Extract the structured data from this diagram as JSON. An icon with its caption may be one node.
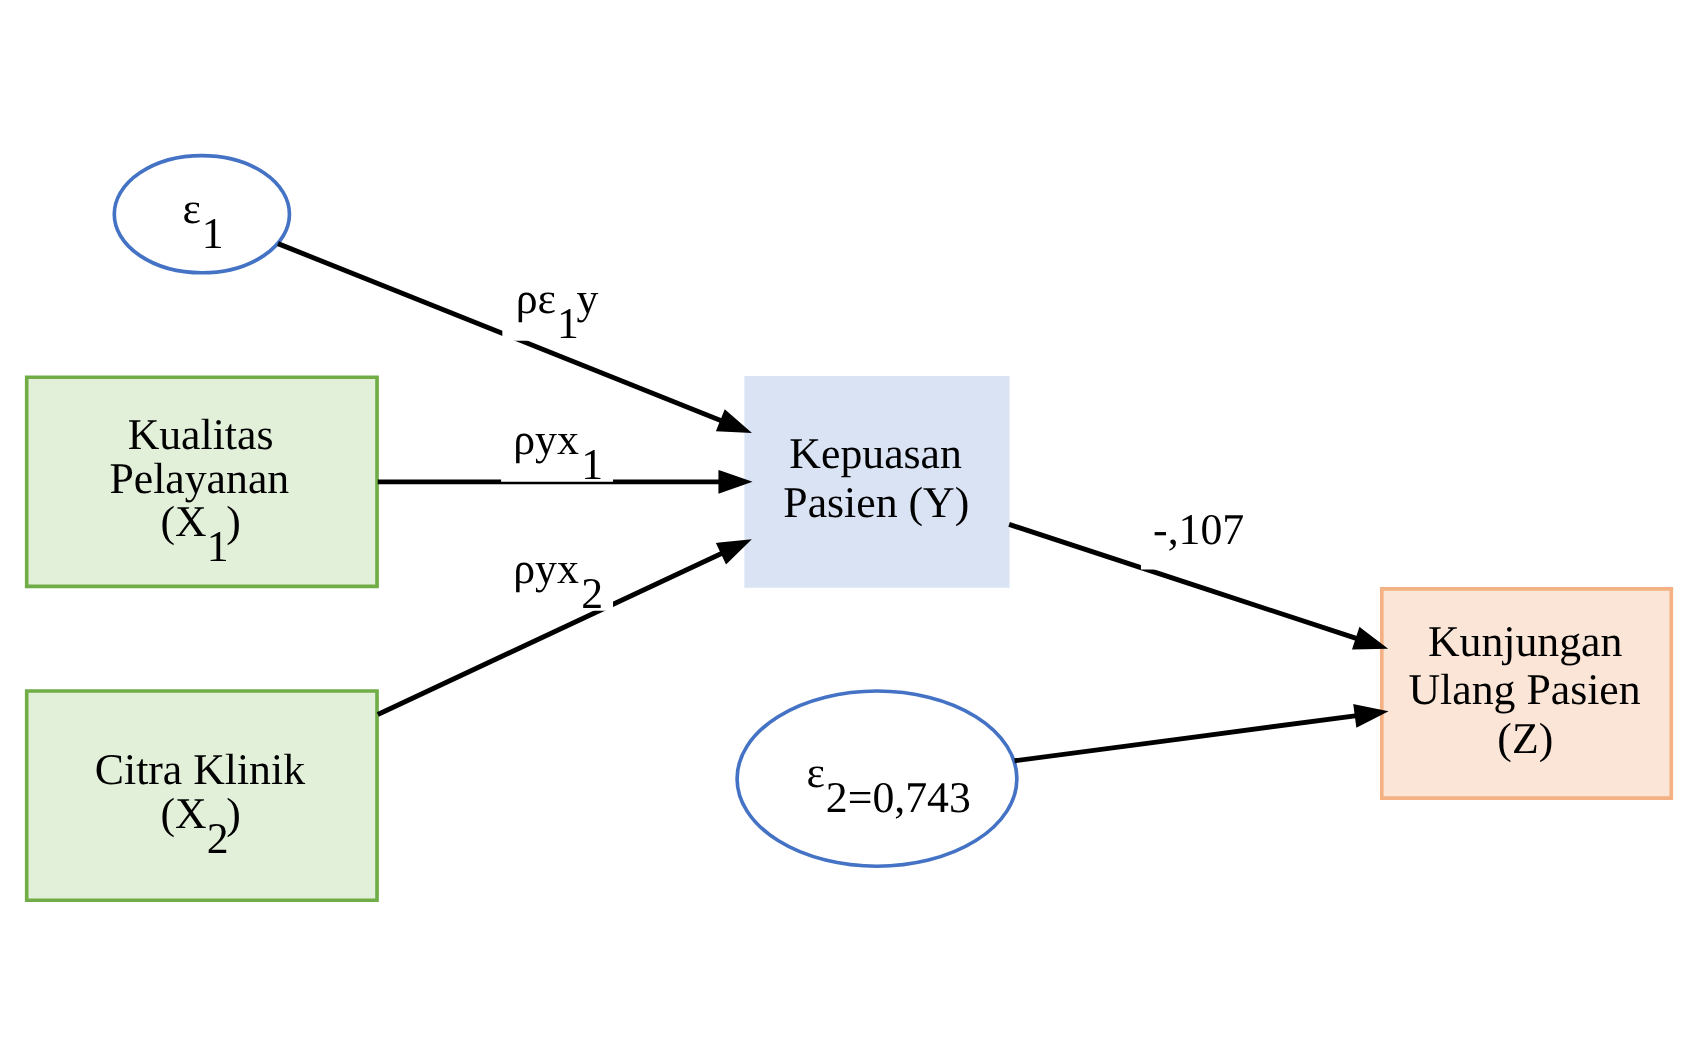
{
  "diagram": {
    "nodes": [
      {
        "text": [
          "ε$_{1}$"
        ]
      },
      {
        "text": [
          "ε$_{2=0,743}$"
        ]
      },
      {
        "text": [
          "Kualitas Pelayanan (X$_{1}$)"
        ]
      },
      {
        "text": [
          "Citra Klinik (X$_{2}$)"
        ]
      },
      {
        "text": [
          "Kepuasan Pasien (Y)"
        ]
      },
      {
        "text": [
          "Kunjungan Ulang Pasien (Z)"
        ]
      }
    ],
    "edges": [
      {
        "from": 0,
        "to": 4,
        "arrow": "to",
        "label": "ρε$_{1}$y"
      },
      {
        "from": 1,
        "to": 5,
        "arrow": "to"
      },
      {
        "from": 2,
        "to": 4,
        "arrow": "to",
        "label": "ρyx$_{1}$"
      },
      {
        "from": 3,
        "to": 4,
        "arrow": "to",
        "label": "ρyx$_{2}$"
      },
      {
        "from": 4,
        "to": 5,
        "arrow": "to",
        "label": "-,107"
      }
    ]
  }
}
